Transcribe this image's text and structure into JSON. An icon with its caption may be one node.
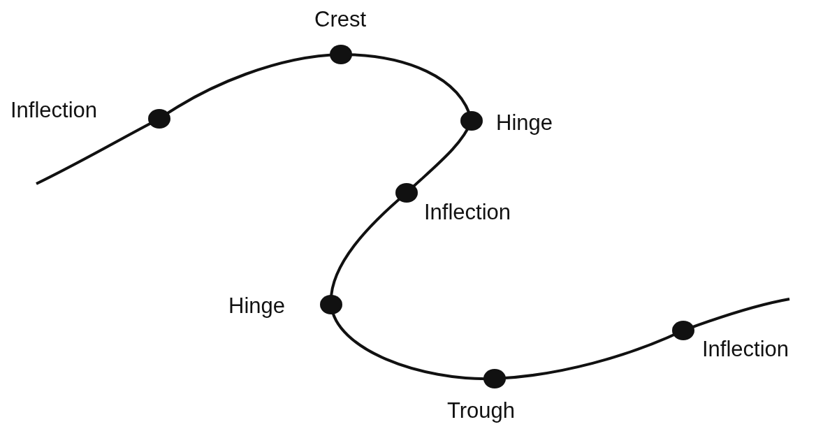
{
  "diagram": {
    "labels": [
      "Crest",
      "Inflection",
      "Hinge",
      "Inflection",
      "Hinge",
      "Inflection",
      "Trough"
    ]
  }
}
